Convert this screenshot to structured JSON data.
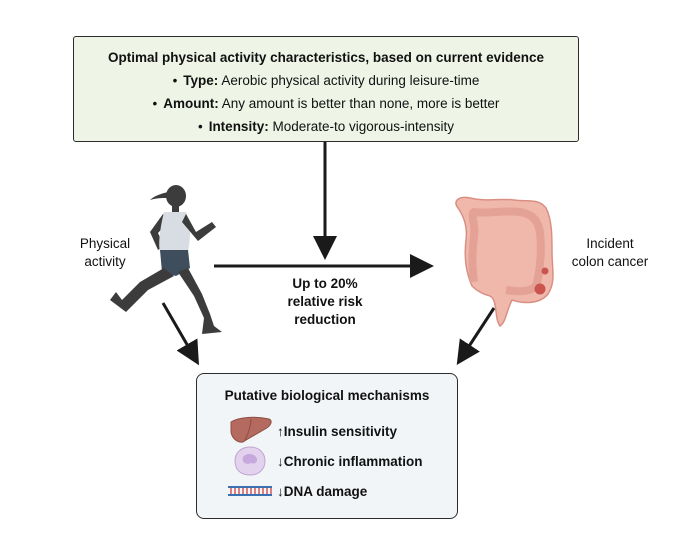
{
  "top_box": {
    "title": "Optimal physical activity characteristics, based on current evidence",
    "items": [
      {
        "term": "Type:",
        "text": " Aerobic physical activity during leisure-time"
      },
      {
        "term": "Amount:",
        "text": " Any amount is better than none, more is better"
      },
      {
        "term": "Intensity:",
        "text": " Moderate-to vigorous-intensity"
      }
    ]
  },
  "left_label": {
    "line1": "Physical",
    "line2": "activity"
  },
  "right_label": {
    "line1": "Incident",
    "line2": "colon cancer"
  },
  "center_text": {
    "line1": "Up to 20%",
    "line2": "relative risk",
    "line3": "reduction"
  },
  "mechanisms": {
    "title": "Putative biological mechanisms",
    "items": [
      {
        "arrow": "↑",
        "text": "Insulin sensitivity",
        "icon": "liver-icon"
      },
      {
        "arrow": "↓",
        "text": "Chronic inflammation",
        "icon": "immune-cell-icon"
      },
      {
        "arrow": "↓",
        "text": "DNA damage",
        "icon": "dna-icon"
      }
    ]
  },
  "colors": {
    "top_box_fill": "#eef4e6",
    "mech_box_fill": "#f1f5f8",
    "colon": "#f0b8ab",
    "liver": "#b46a5e",
    "immune_cell": "#d9c2e6"
  }
}
